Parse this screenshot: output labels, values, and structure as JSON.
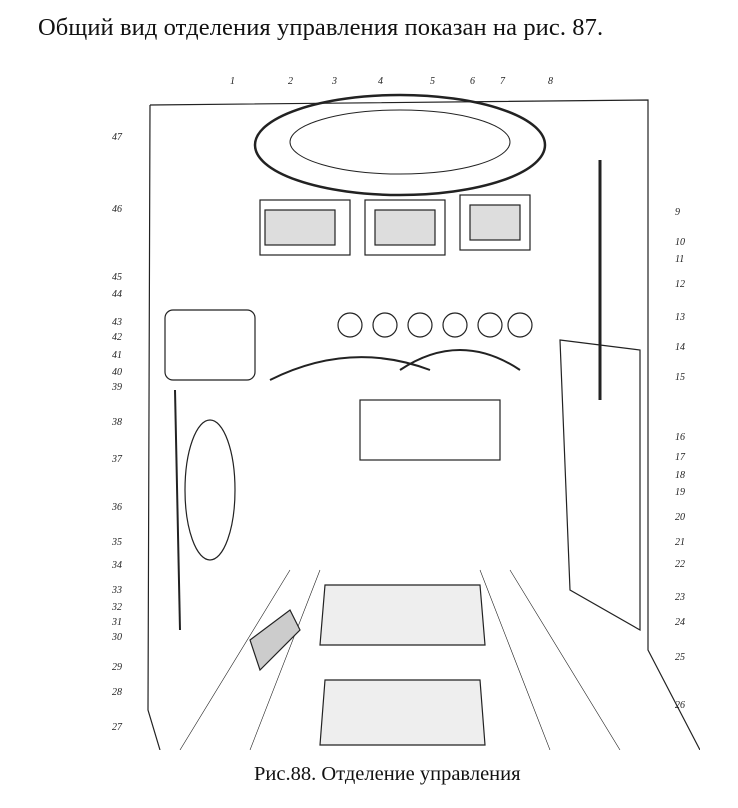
{
  "document": {
    "heading": "Общий вид отделения управления показан на рис. 87.",
    "caption": "Рис.88. Отделение управления"
  },
  "figure": {
    "subject": "drawing of the driver's compartment interior",
    "callouts_left": [
      "47",
      "46",
      "45",
      "44",
      "43",
      "42",
      "41",
      "40",
      "39",
      "38",
      "37",
      "36",
      "35",
      "34",
      "33",
      "32",
      "31",
      "30",
      "29",
      "28",
      "27"
    ],
    "callouts_top": [
      "1",
      "2",
      "3",
      "4",
      "5",
      "6",
      "7",
      "8"
    ],
    "callouts_right": [
      "9",
      "10",
      "11",
      "12",
      "13",
      "14",
      "15",
      "16",
      "17",
      "18",
      "19",
      "20",
      "21",
      "22",
      "23",
      "24",
      "25",
      "26"
    ]
  }
}
